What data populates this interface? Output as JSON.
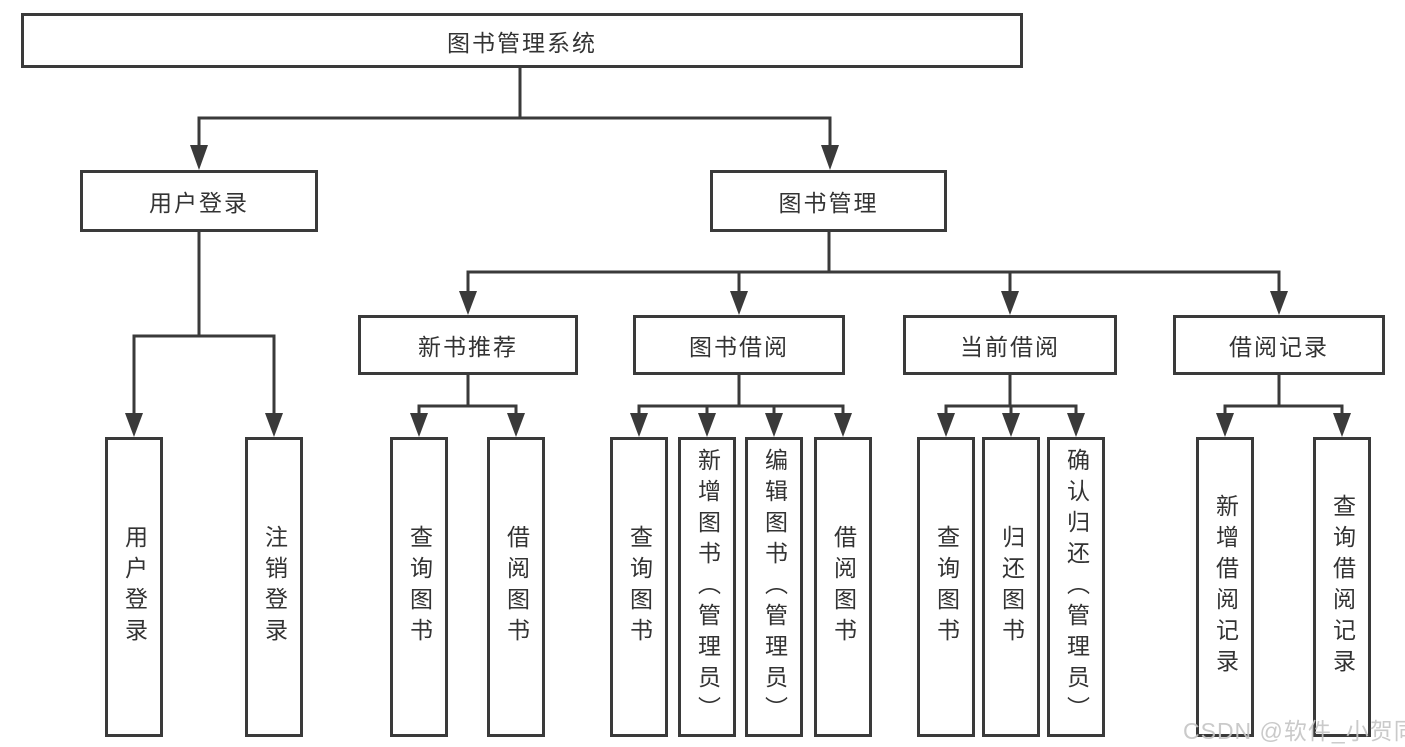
{
  "tree": {
    "label": "图书管理系统",
    "children": [
      {
        "label": "用户登录",
        "children": [
          {
            "label": "用户登录"
          },
          {
            "label": "注销登录"
          }
        ]
      },
      {
        "label": "图书管理",
        "children": [
          {
            "label": "新书推荐",
            "children": [
              {
                "label": "查询图书"
              },
              {
                "label": "借阅图书"
              }
            ]
          },
          {
            "label": "图书借阅",
            "children": [
              {
                "label": "查询图书"
              },
              {
                "label": "新增图书（管理员）"
              },
              {
                "label": "编辑图书（管理员）"
              },
              {
                "label": "借阅图书"
              }
            ]
          },
          {
            "label": "当前借阅",
            "children": [
              {
                "label": "查询图书"
              },
              {
                "label": "归还图书"
              },
              {
                "label": "确认归还（管理员）"
              }
            ]
          },
          {
            "label": "借阅记录",
            "children": [
              {
                "label": "新增借阅记录"
              },
              {
                "label": "查询借阅记录"
              }
            ]
          }
        ]
      }
    ]
  },
  "watermark": {
    "text": "CSDN @软件_小贺同学"
  },
  "colors": {
    "line": "#3a3a3a",
    "box_border": "#3a3a3a",
    "box_fill": "#ffffff",
    "text": "#333333",
    "watermark": "#c6c6c6",
    "background": "#ffffff"
  }
}
